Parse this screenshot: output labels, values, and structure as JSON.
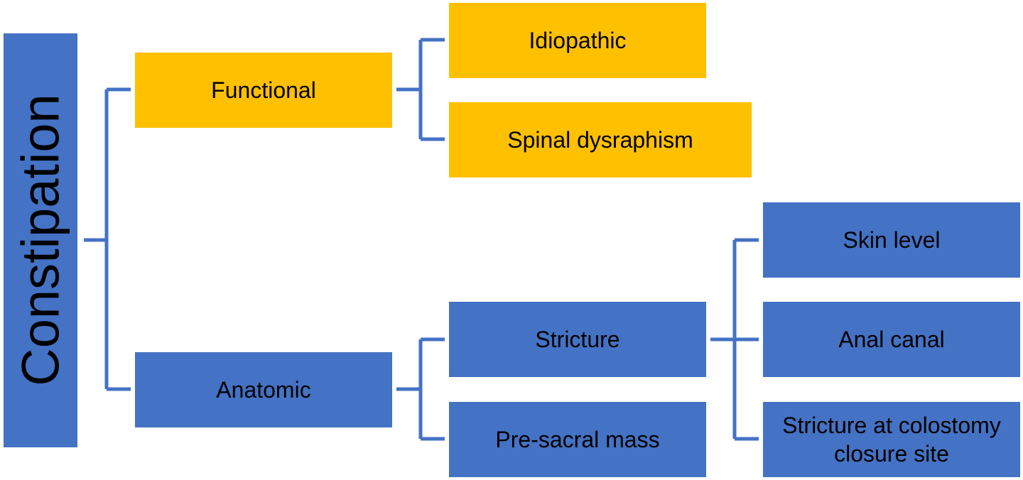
{
  "diagram": {
    "root": {
      "label": "Constipation"
    },
    "functional": {
      "label": "Functional",
      "children": [
        "Idiopathic",
        "Spinal dysraphism"
      ]
    },
    "anatomic": {
      "label": "Anatomic",
      "stricture": {
        "label": "Stricture",
        "children": [
          "Skin level",
          "Anal canal",
          "Stricture at colostomy closure site"
        ]
      },
      "presacral": {
        "label": "Pre-sacral mass"
      }
    },
    "colors": {
      "functional_fill": "#ffc000",
      "anatomic_fill": "#4472c4",
      "connector": "#4472c4"
    }
  }
}
